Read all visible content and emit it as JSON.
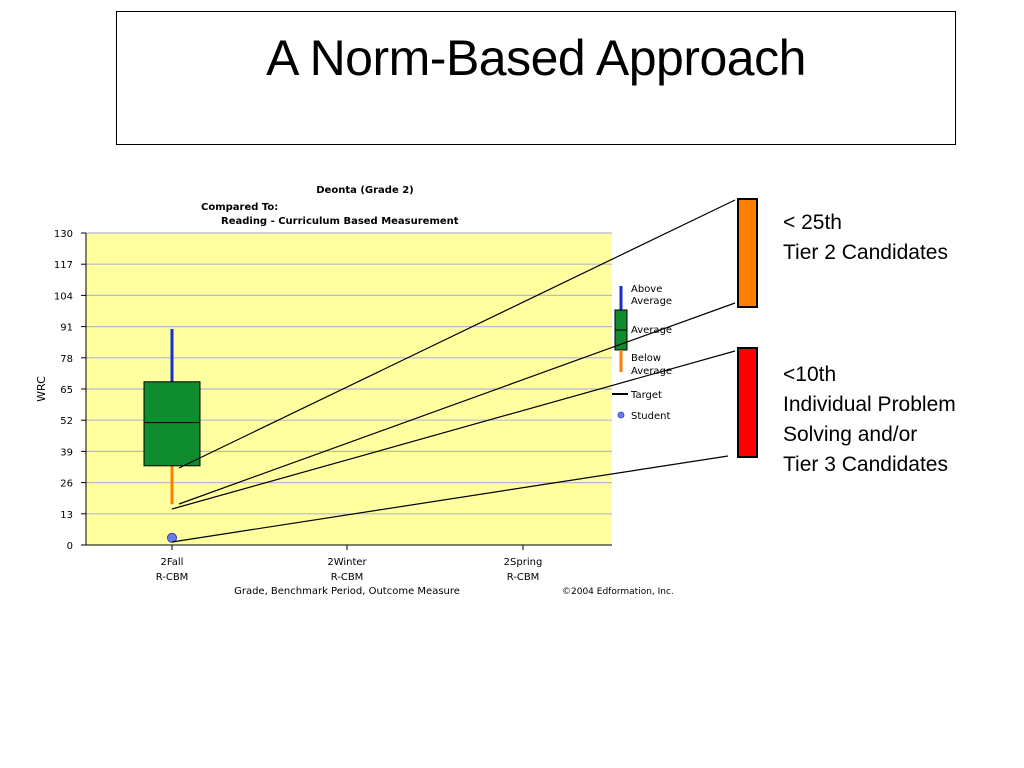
{
  "slide": {
    "title": "A Norm-Based Approach"
  },
  "colors": {
    "plot_background": "#FFFFA0",
    "gridline": "#B8B8D0",
    "box": "#0E8C2E",
    "upper_whisker": "#1A2ECC",
    "lower_whisker": "#FF7F00",
    "student_marker": "#6A7CF0",
    "band_tier2": "#FF8000",
    "band_tier3": "#FF0000"
  },
  "chart_data": {
    "type": "box",
    "title": "Deonta (Grade 2)",
    "subtitle_label": "Compared To:",
    "subtitle": "Reading - Curriculum Based Measurement",
    "ylabel": "WRC",
    "xlabel": "Grade, Benchmark Period, Outcome Measure",
    "copyright": "©2004 Edformation, Inc.",
    "ylim": [
      0,
      130
    ],
    "yticks": [
      0,
      13,
      26,
      39,
      52,
      65,
      78,
      91,
      104,
      117,
      130
    ],
    "categories": [
      {
        "line1": "2Fall",
        "line2": "R-CBM"
      },
      {
        "line1": "2Winter",
        "line2": "R-CBM"
      },
      {
        "line1": "2Spring",
        "line2": "R-CBM"
      }
    ],
    "box": {
      "category": 0,
      "low": 17,
      "q1": 33,
      "median": 51,
      "q3": 68,
      "high": 90
    },
    "student": {
      "category": 0,
      "value": 3
    },
    "grid": true,
    "legend": {
      "placement": "right",
      "above_average": "Above Average",
      "average": "Average",
      "below_average": "Below Average",
      "target": "Target",
      "student": "Student"
    }
  },
  "callouts": {
    "tier2": {
      "line1": "< 25th",
      "line2": "Tier 2 Candidates"
    },
    "tier3": {
      "line1": "<10th",
      "line2": "Individual Problem",
      "line3": "Solving and/or",
      "line4": "Tier 3 Candidates"
    }
  }
}
